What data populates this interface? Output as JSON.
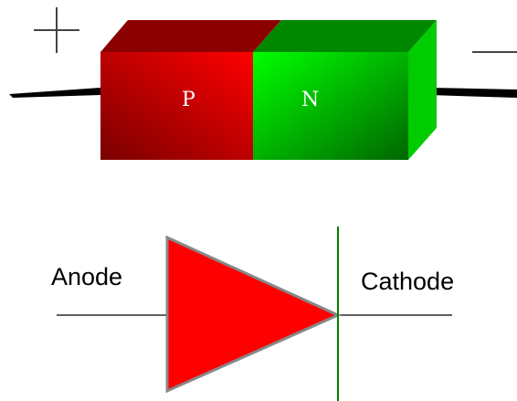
{
  "diode_block": {
    "positive_sign": "+",
    "negative_sign": "—",
    "p_region_label": "P",
    "n_region_label": "N",
    "colors": {
      "p_front_light": "#ff0000",
      "p_front_dark": "#7a0000",
      "p_top": "#8b0000",
      "n_front_light": "#00ff00",
      "n_front_dark": "#006600",
      "n_top": "#008800",
      "n_side": "#00cc00",
      "lead": "#000000"
    }
  },
  "diode_symbol": {
    "anode_label": "Anode",
    "cathode_label": "Cathode",
    "colors": {
      "triangle_fill": "#ff0000",
      "triangle_outline": "#888888",
      "cathode_bar": "#008000",
      "wire": "#000000"
    }
  }
}
